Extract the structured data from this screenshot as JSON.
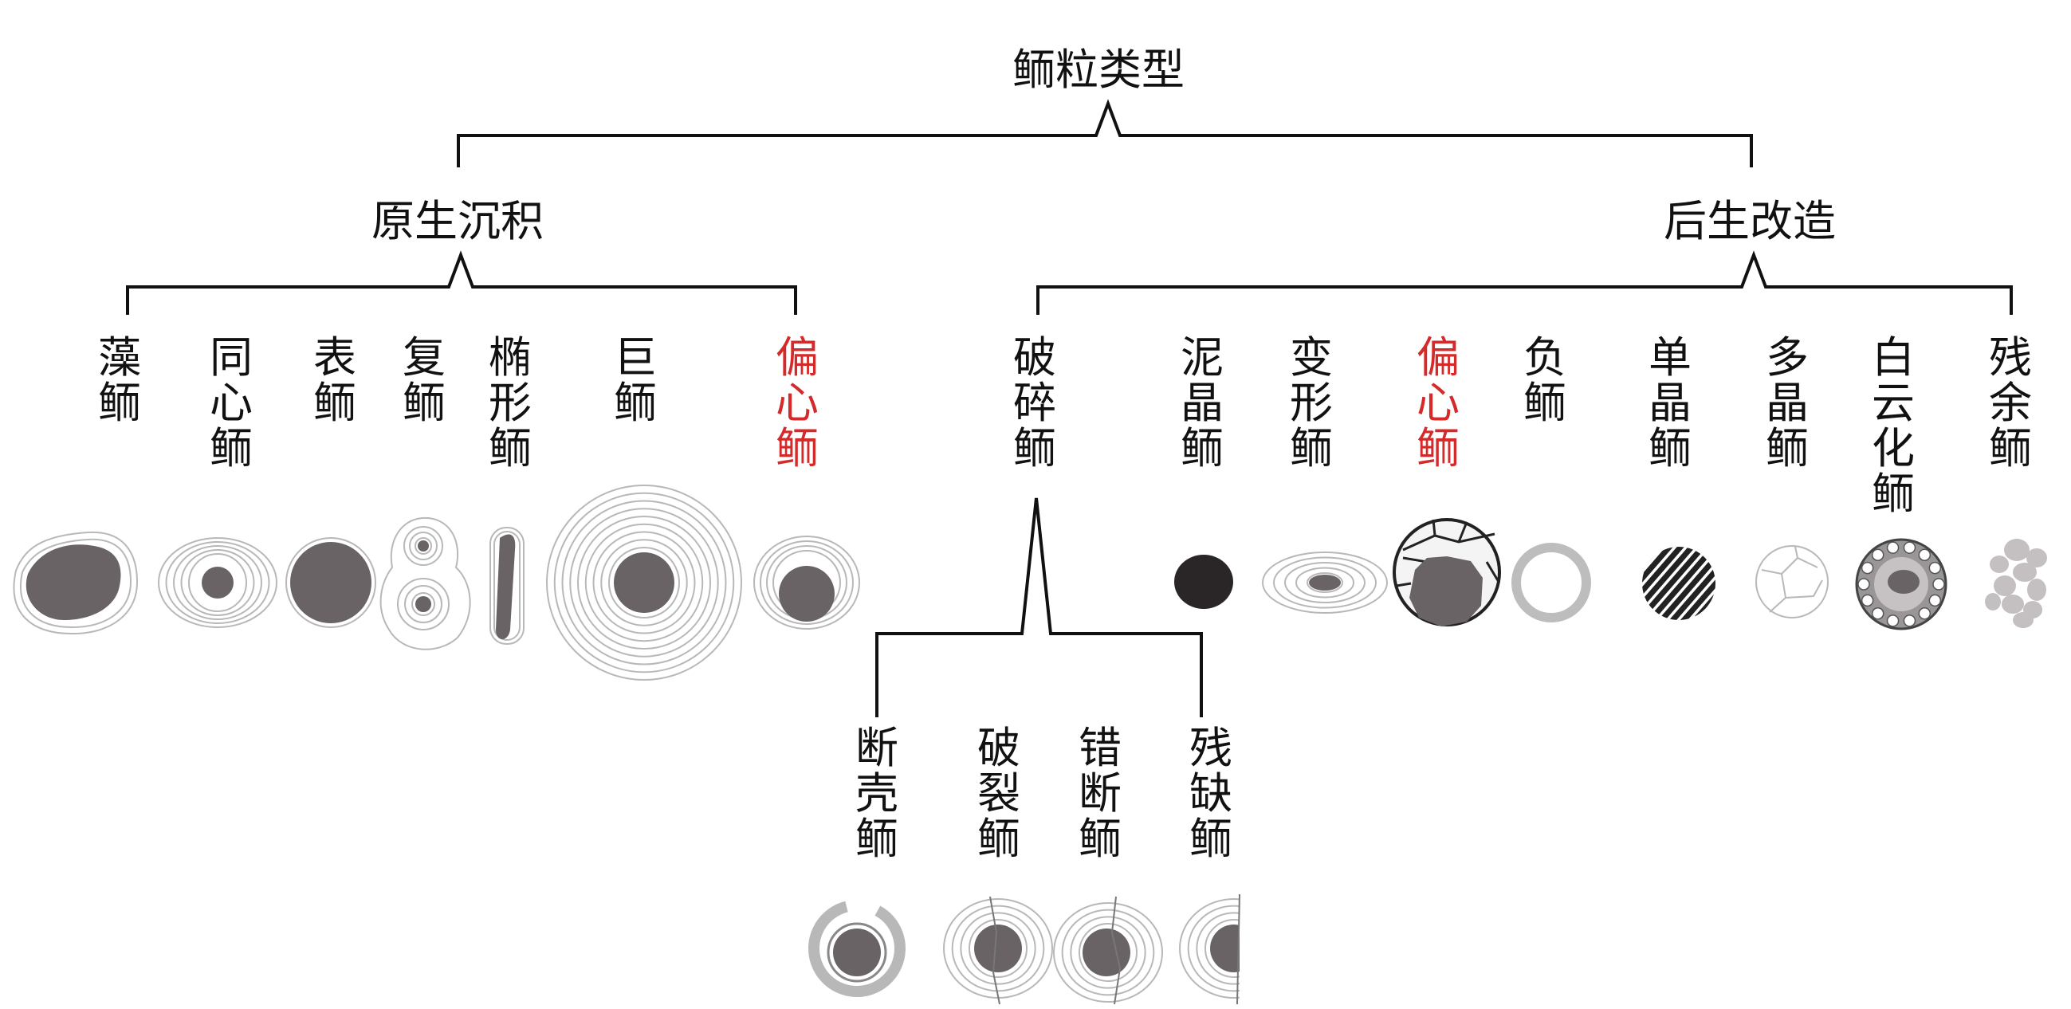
{
  "root": "鲕粒类型",
  "branches": {
    "primary": "原生沉积",
    "secondary": "后生改造"
  },
  "primary_types": [
    {
      "id": "algal",
      "label": "藻\n鲕"
    },
    {
      "id": "concentric",
      "label": "同\n心\n鲕"
    },
    {
      "id": "superficial",
      "label": "表\n鲕"
    },
    {
      "id": "compound",
      "label": "复\n鲕"
    },
    {
      "id": "elliptic",
      "label": "椭\n形\n鲕"
    },
    {
      "id": "giant",
      "label": "巨\n鲕"
    },
    {
      "id": "eccentric",
      "label": "偏\n心\n鲕",
      "color": "#d42a2a"
    }
  ],
  "secondary_types": [
    {
      "id": "broken",
      "label": "破\n碎\n鲕"
    },
    {
      "id": "micritic",
      "label": "泥\n晶\n鲕"
    },
    {
      "id": "deformed",
      "label": "变\n形\n鲕"
    },
    {
      "id": "eccentric2",
      "label": "偏\n心\n鲕",
      "color": "#d42a2a"
    },
    {
      "id": "negative",
      "label": "负\n鲕"
    },
    {
      "id": "monocrystal",
      "label": "单\n晶\n鲕"
    },
    {
      "id": "polycrystal",
      "label": "多\n晶\n鲕"
    },
    {
      "id": "dolomitized",
      "label": "白\n云\n化\n鲕"
    },
    {
      "id": "residual",
      "label": "残\n余\n鲕"
    }
  ],
  "broken_subtypes": [
    {
      "id": "shell-broken",
      "label": "断\n壳\n鲕"
    },
    {
      "id": "cracked",
      "label": "破\n裂\n鲕"
    },
    {
      "id": "faulted",
      "label": "错\n断\n鲕"
    },
    {
      "id": "incomplete",
      "label": "残\n缺\n鲕"
    }
  ],
  "colors": {
    "core": "#6a6366",
    "ring": "#b8b8b8",
    "line": "#111111",
    "accent_red": "#d42a2a"
  }
}
